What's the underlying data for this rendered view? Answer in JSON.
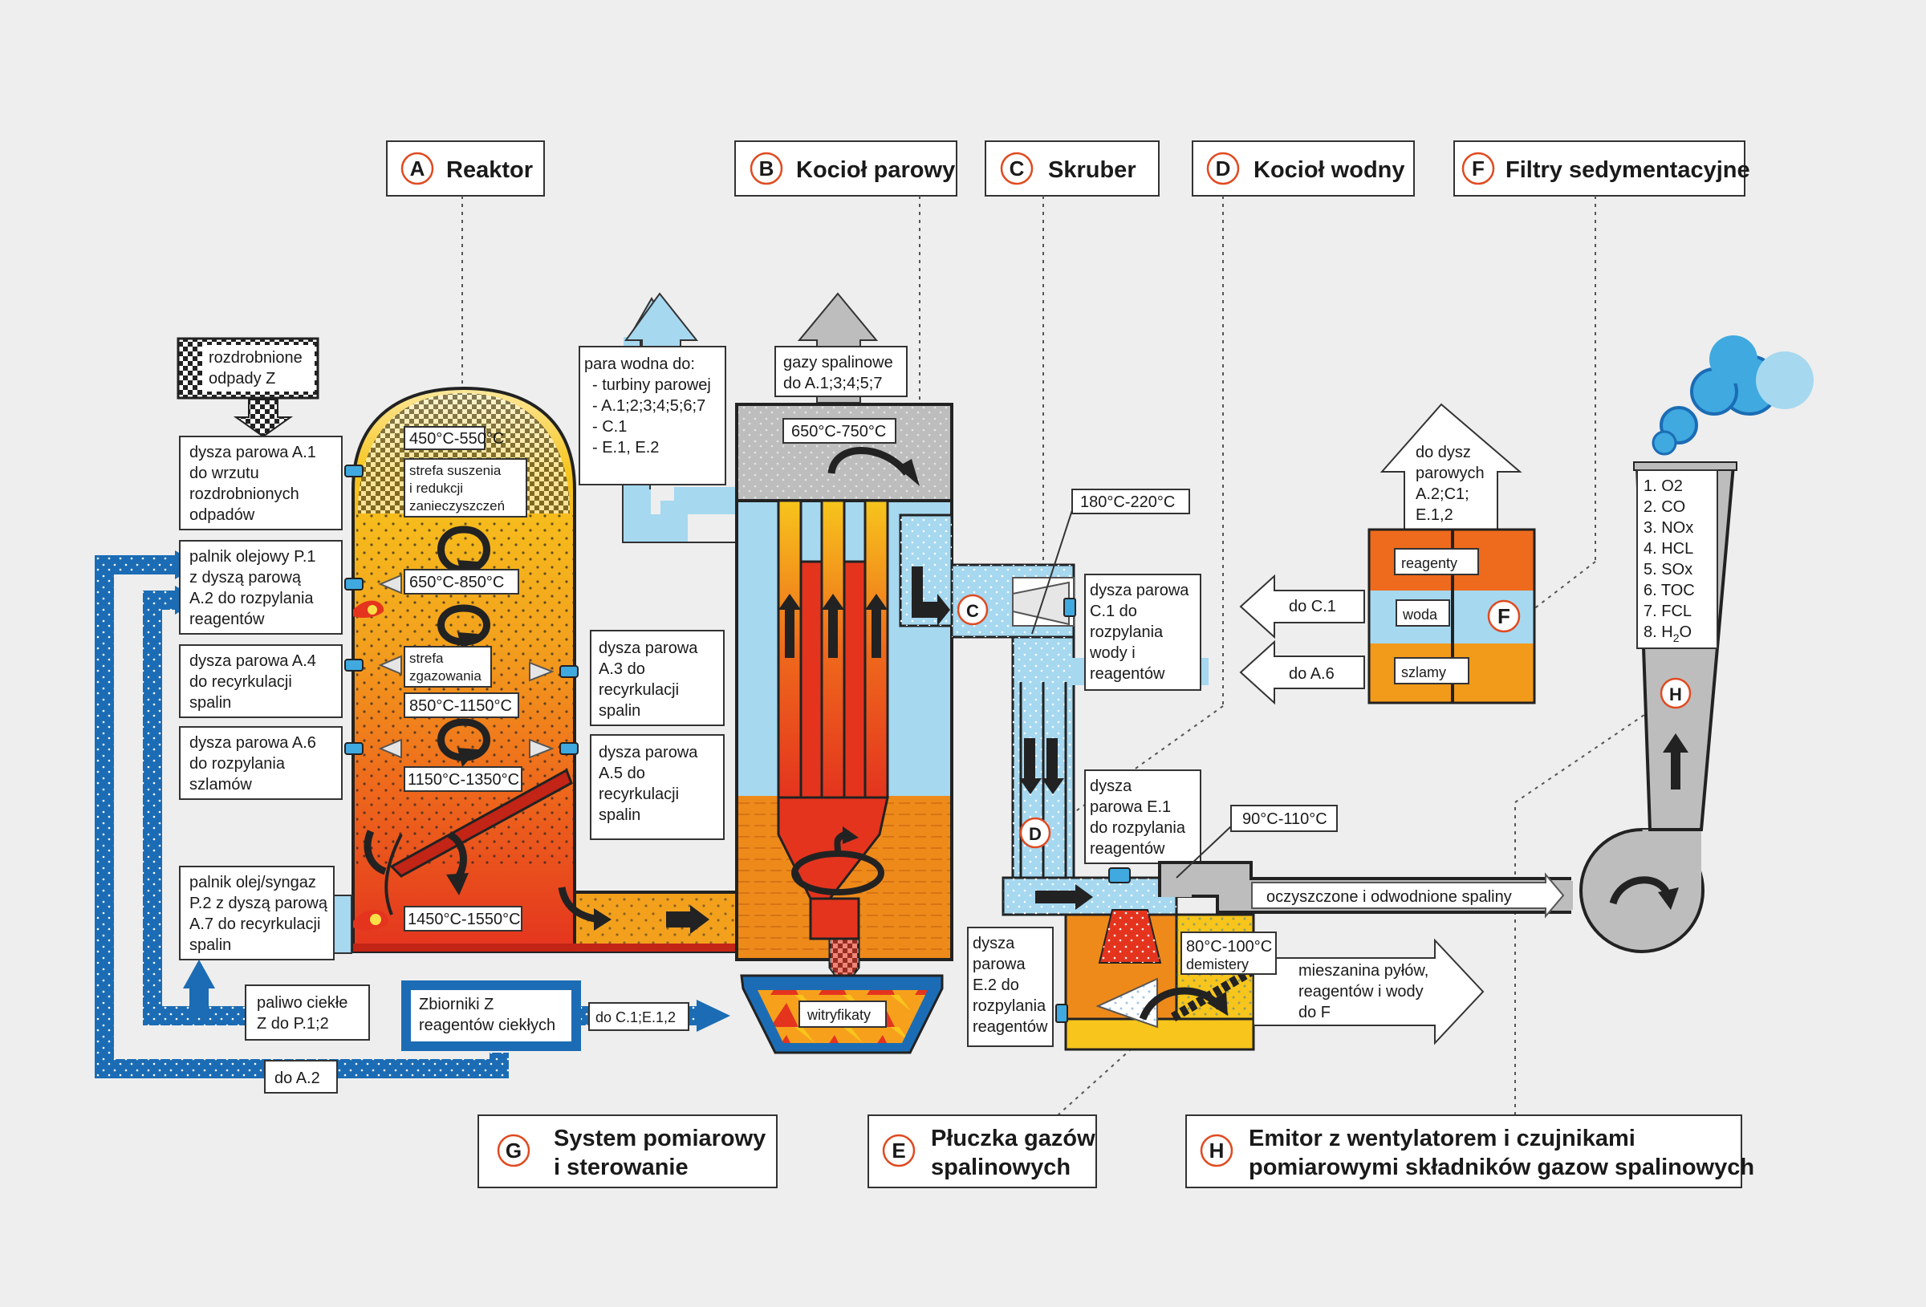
{
  "sections": {
    "A": {
      "letter": "A",
      "title": "Reaktor"
    },
    "B": {
      "letter": "B",
      "title": "Kocioł parowy"
    },
    "C": {
      "letter": "C",
      "title": "Skruber"
    },
    "D": {
      "letter": "D",
      "title": "Kocioł wodny"
    },
    "F": {
      "letter": "F",
      "title": "Filtry sedymentacyjne"
    },
    "G": {
      "letter": "G",
      "title_1": "System pomiarowy",
      "title_2": "i sterowanie"
    },
    "E": {
      "letter": "E",
      "title_1": "Płuczka gazów",
      "title_2": "spalinowych"
    },
    "H": {
      "letter": "H",
      "title_1": "Emitor z wentylatorem i czujnikami",
      "title_2": "pomiarowymi składników gazow spalinowych"
    }
  },
  "labels": {
    "waste_1": "rozdrobnione",
    "waste_2": "odpady Z",
    "a1_1": "dysza parowa A.1",
    "a1_2": "do wrzutu",
    "a1_3": "rozdrobnionych",
    "a1_4": "odpadów",
    "p1_1": "palnik olejowy P.1",
    "p1_2": "z dyszą parową",
    "p1_3": "A.2 do rozpylania",
    "p1_4": "reagentów",
    "a4_1": "dysza parowa A.4",
    "a4_2": "do recyrkulacji",
    "a4_3": "spalin",
    "a6_1": "dysza parowa A.6",
    "a6_2": "do rozpylania",
    "a6_3": "szlamów",
    "p2_1": "palnik olej/syngaz",
    "p2_2": "P.2 z dyszą parową",
    "p2_3": "A.7 do recyrkulacji",
    "p2_4": "spalin",
    "fuel_1": "paliwo ciekłe",
    "fuel_2": "Z do P.1;2",
    "to_a2": "do A.2",
    "tanks_1": "Zbiorniki Z",
    "tanks_2": "reagentów ciekłych",
    "to_c1e12": "do C.1;E.1,2",
    "t_a_top": "450°C-550°C",
    "zone_dry_1": "strefa suszenia",
    "zone_dry_2": "i redukcji",
    "zone_dry_3": "zanieczyszczeń",
    "t_650_850": "650°C-850°C",
    "zone_gas_1": "strefa",
    "zone_gas_2": "zgazowania",
    "t_850_1150": "850°C-1150°C",
    "t_1150_1350": "1150°C-1350°C",
    "t_1450_1550": "1450°C-1550°C",
    "a3_1": "dysza parowa",
    "a3_2": "A.3 do",
    "a3_3": "recyrkulacji",
    "a3_4": "spalin",
    "a5_1": "dysza parowa",
    "a5_2": "A.5 do",
    "a5_3": "recyrkulacji",
    "a5_4": "spalin",
    "steam_1": "para wodna do:",
    "steam_2": "- turbiny parowej",
    "steam_3": "- A.1;2;3;4;5;6;7",
    "steam_4": "- C.1",
    "steam_5": "- E.1, E.2",
    "flue_1": "gazy spalinowe",
    "flue_2": "do A.1;3;4;5;7",
    "t_650_750": "650°C-750°C",
    "vitrified": "witryfikaty",
    "t_180_220": "180°C-220°C",
    "c1_1": "dysza parowa",
    "c1_2": "C.1 do",
    "c1_3": "rozpylania",
    "c1_4": "wody i",
    "c1_5": "reagentów",
    "e1_1": "dysza",
    "e1_2": "parowa E.1",
    "e1_3": "do rozpylania",
    "e1_4": "reagentów",
    "t_90_110": "90°C-110°C",
    "e2_1": "dysza",
    "e2_2": "parowa",
    "e2_3": "E.2 do",
    "e2_4": "rozpylania",
    "e2_5": "reagentów",
    "t_80_100": "80°C-100°C",
    "demisters": "demistery",
    "mix_1": "mieszanina pyłów,",
    "mix_2": "reagentów i wody",
    "mix_3": "do F",
    "clean": "oczyszczone i odwodnione spaliny",
    "f_out_1": "do dysz",
    "f_out_2": "parowych",
    "f_out_3": "A.2;C1;",
    "f_out_4": "E.1,2",
    "reagents": "reagenty",
    "water": "woda",
    "sludge": "szlamy",
    "to_c1": "do C.1",
    "to_a6": "do A.6",
    "sensor_1": "1. O2",
    "sensor_2": "2. CO",
    "sensor_3": "3. NOx",
    "sensor_4": "4. HCL",
    "sensor_5": "5. SOx",
    "sensor_6": "6. TOC",
    "sensor_7": "7. FCL",
    "sensor_8_pre": "8. H",
    "sensor_8_sub": "2",
    "sensor_8_post": "O"
  },
  "colors": {
    "yellow": "#f7c51c",
    "orange": "#ee8a1a",
    "red": "#e4341e",
    "blue_light": "#a6d8f0",
    "blue_dark": "#1b6cb4",
    "grey": "#bdbdbd",
    "letter_circle": "#e04a20"
  }
}
